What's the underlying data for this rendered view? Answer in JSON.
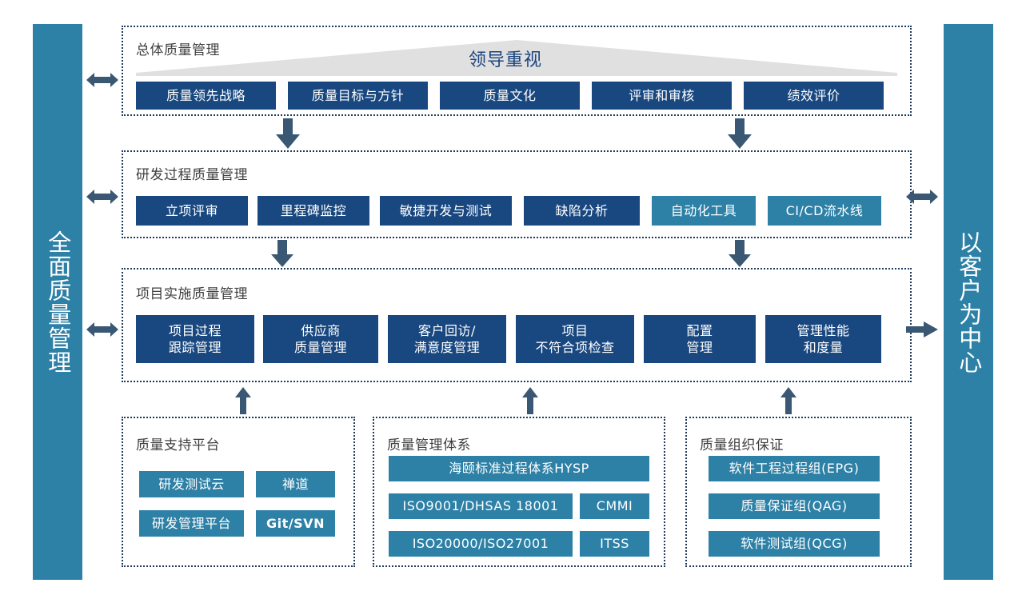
{
  "colors": {
    "navy": "#194880",
    "teal": "#2d80a6",
    "arrow": "#3a5874",
    "panel_border": "#1f3b5c",
    "triangle": "#e0e0e0",
    "leadership_text": "#1a4480",
    "title_text": "#3f3f3f"
  },
  "pillars": {
    "left": {
      "label": "全面质量管理"
    },
    "right": {
      "label": "以客户为中心"
    }
  },
  "leadership": {
    "label": "领导重视"
  },
  "sections": {
    "overall": {
      "title": "总体质量管理",
      "chips": [
        {
          "lines": [
            "质量领先战略"
          ],
          "style": "navy"
        },
        {
          "lines": [
            "质量目标与方针"
          ],
          "style": "navy"
        },
        {
          "lines": [
            "质量文化"
          ],
          "style": "navy"
        },
        {
          "lines": [
            "评审和审核"
          ],
          "style": "navy"
        },
        {
          "lines": [
            "绩效评价"
          ],
          "style": "navy"
        }
      ]
    },
    "rnd_process": {
      "title": "研发过程质量管理",
      "chips": [
        {
          "lines": [
            "立项评审"
          ],
          "style": "navy"
        },
        {
          "lines": [
            "里程碑监控"
          ],
          "style": "navy"
        },
        {
          "lines": [
            "敏捷开发与测试"
          ],
          "style": "navy"
        },
        {
          "lines": [
            "缺陷分析"
          ],
          "style": "navy"
        },
        {
          "lines": [
            "自动化工具"
          ],
          "style": "teal"
        },
        {
          "lines": [
            "CI/CD流水线"
          ],
          "style": "teal"
        }
      ]
    },
    "project_impl": {
      "title": "项目实施质量管理",
      "chips": [
        {
          "lines": [
            "项目过程",
            "跟踪管理"
          ],
          "style": "navy"
        },
        {
          "lines": [
            "供应商",
            "质量管理"
          ],
          "style": "navy"
        },
        {
          "lines": [
            "客户回访/",
            "满意度管理"
          ],
          "style": "navy"
        },
        {
          "lines": [
            "项目",
            "不符合项检查"
          ],
          "style": "navy"
        },
        {
          "lines": [
            "配置",
            "管理"
          ],
          "style": "navy"
        },
        {
          "lines": [
            "管理性能",
            "和度量"
          ],
          "style": "navy"
        }
      ]
    },
    "support_platform": {
      "title": "质量支持平台",
      "chips": [
        {
          "lines": [
            "研发测试云"
          ],
          "style": "teal"
        },
        {
          "lines": [
            "禅道"
          ],
          "style": "teal"
        },
        {
          "lines": [
            "研发管理平台"
          ],
          "style": "teal"
        },
        {
          "lines": [
            "Git/SVN"
          ],
          "style": "teal",
          "bold": true
        }
      ]
    },
    "management_system": {
      "title": "质量管理体系",
      "chips": [
        {
          "lines": [
            "海颐标准过程体系HYSP"
          ],
          "style": "teal"
        },
        {
          "lines": [
            "ISO9001/DHSAS 18001"
          ],
          "style": "teal"
        },
        {
          "lines": [
            "CMMI"
          ],
          "style": "teal"
        },
        {
          "lines": [
            "ISO20000/ISO27001"
          ],
          "style": "teal"
        },
        {
          "lines": [
            "ITSS"
          ],
          "style": "teal"
        }
      ]
    },
    "organization": {
      "title": "质量组织保证",
      "chips": [
        {
          "lines": [
            "软件工程过程组(EPG)"
          ],
          "style": "teal"
        },
        {
          "lines": [
            "质量保证组(QAG)"
          ],
          "style": "teal"
        },
        {
          "lines": [
            "软件测试组(QCG)"
          ],
          "style": "teal"
        }
      ]
    }
  },
  "arrows": [
    {
      "name": "arrow-left-row1",
      "kind": "double-horizontal"
    },
    {
      "name": "arrow-left-row2",
      "kind": "double-horizontal"
    },
    {
      "name": "arrow-left-row3",
      "kind": "double-horizontal"
    },
    {
      "name": "arrow-right-row2",
      "kind": "double-horizontal"
    },
    {
      "name": "arrow-right-row3",
      "kind": "right"
    },
    {
      "name": "arrow-down-row1-a",
      "kind": "down"
    },
    {
      "name": "arrow-down-row1-b",
      "kind": "down"
    },
    {
      "name": "arrow-down-row2-a",
      "kind": "down"
    },
    {
      "name": "arrow-down-row2-b",
      "kind": "down"
    },
    {
      "name": "arrow-up-support",
      "kind": "up"
    },
    {
      "name": "arrow-up-system",
      "kind": "up"
    },
    {
      "name": "arrow-up-org",
      "kind": "up"
    }
  ]
}
